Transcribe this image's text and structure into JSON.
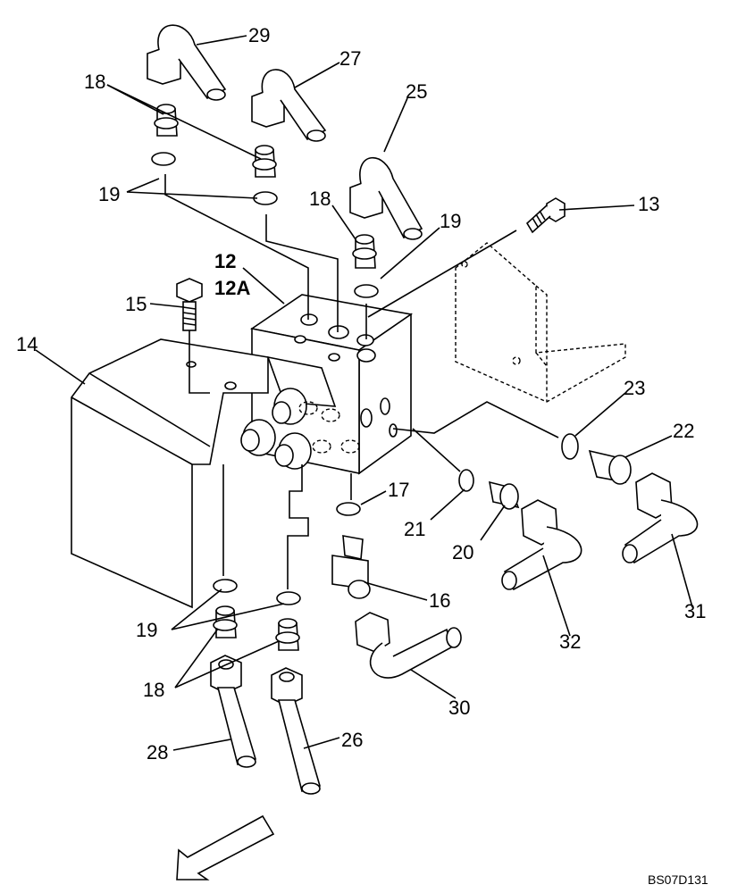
{
  "labels": {
    "l29": "29",
    "l27": "27",
    "l25": "25",
    "l13": "13",
    "l18a": "18",
    "l19a": "19",
    "l18b": "18",
    "l19b": "19",
    "l12": "12",
    "l12a": "12A",
    "l15": "15",
    "l14": "14",
    "l23": "23",
    "l22": "22",
    "l17": "17",
    "l21": "21",
    "l20": "20",
    "l16": "16",
    "l31": "31",
    "l32": "32",
    "l30": "30",
    "l19c": "19",
    "l18c": "18",
    "l28": "28",
    "l26": "26"
  },
  "drawing_code": "BS07D131"
}
